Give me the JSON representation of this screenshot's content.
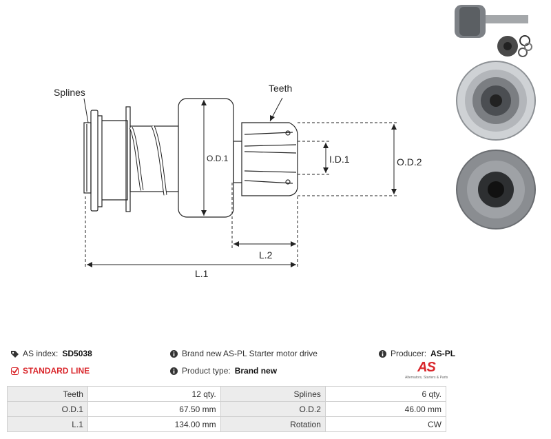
{
  "drawing": {
    "labels": {
      "splines": "Splines",
      "teeth": "Teeth",
      "od1": "O.D.1",
      "od2": "O.D.2",
      "id1": "I.D.1",
      "l1": "L.1",
      "l2": "L.2"
    }
  },
  "info": {
    "as_index_label": "AS index:",
    "as_index_value": "SD5038",
    "description": "Brand new AS-PL Starter motor drive",
    "producer_label": "Producer:",
    "producer_value": "AS-PL",
    "line": "STANDARD LINE",
    "product_type_label": "Product type:",
    "product_type_value": "Brand new"
  },
  "logo": {
    "mark": "AS",
    "tagline": "Alternators, Starters & Parts"
  },
  "specs": [
    {
      "label1": "Teeth",
      "value1": "12 qty.",
      "label2": "Splines",
      "value2": "6 qty."
    },
    {
      "label1": "O.D.1",
      "value1": "67.50 mm",
      "label2": "O.D.2",
      "value2": "46.00 mm"
    },
    {
      "label1": "L.1",
      "value1": "134.00 mm",
      "label2": "Rotation",
      "value2": "CW"
    }
  ],
  "colors": {
    "accent": "#d9262b",
    "table_label_bg": "#ececec",
    "border": "#cfcfcf"
  }
}
